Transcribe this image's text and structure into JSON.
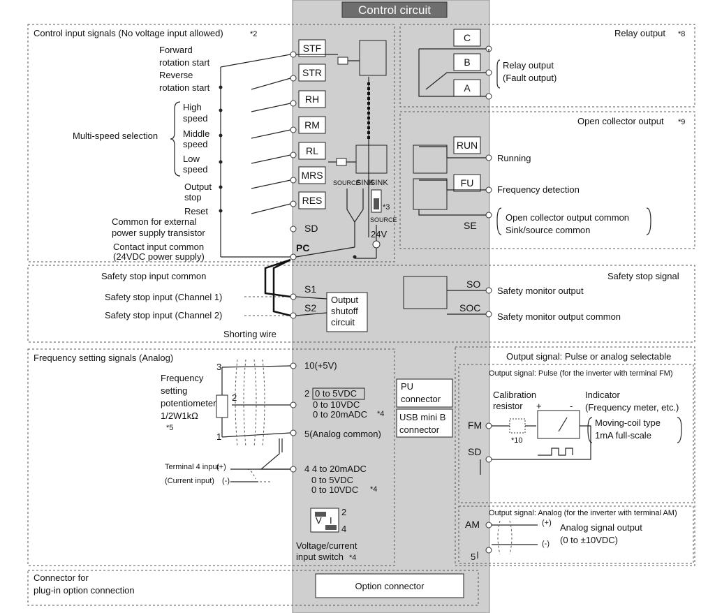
{
  "title": "Control circuit",
  "section_labels": {
    "control_inputs": "Control input signals (No voltage input allowed)",
    "control_inputs_note": "*2",
    "relay_output": "Relay output",
    "relay_output_note": "*8",
    "open_collector": "Open collector output",
    "open_collector_note": "*9",
    "safety_stop_signal": "Safety stop signal",
    "frequency_setting": "Frequency setting signals (Analog)",
    "output_signal": "Output signal: Pulse or analog selectable",
    "output_pulse": "Output signal: Pulse (for the inverter with terminal FM)",
    "output_analog": "Output signal: Analog (for the inverter with terminal AM)",
    "connector_plugin_1": "Connector for",
    "connector_plugin_2": "plug-in option connection"
  },
  "input_terminals": [
    "STF",
    "STR",
    "RH",
    "RM",
    "RL",
    "MRS",
    "RES"
  ],
  "input_labels": {
    "forward_1": "Forward",
    "forward_2": "rotation start",
    "reverse_1": "Reverse",
    "reverse_2": "rotation start",
    "high_1": "High",
    "high_2": "speed",
    "middle_1": "Middle",
    "middle_2": "speed",
    "low_1": "Low",
    "low_2": "speed",
    "multi_speed": "Multi-speed selection",
    "output_stop_1": "Output",
    "output_stop_2": "stop",
    "reset": "Reset",
    "common_ext_1": "Common for external",
    "common_ext_2": "power supply transistor",
    "contact_common_1": "Contact input common",
    "contact_common_2": "(24VDC power supply)"
  },
  "terminals": {
    "sd": "SD",
    "pc": "PC",
    "s1": "S1",
    "s2": "S2",
    "so": "SO",
    "soc": "SOC",
    "fm": "FM",
    "sd2": "SD",
    "am": "AM",
    "se": "SE"
  },
  "internal": {
    "source": "SOURCE",
    "sink": "SINK",
    "sink2": "SINK",
    "source2": "SOURCE",
    "v24": "24V",
    "note3": "*3"
  },
  "relay_terminals": [
    "C",
    "B",
    "A"
  ],
  "relay_labels": {
    "l1": "Relay output",
    "l2": "(Fault output)"
  },
  "oc_terminals": [
    "RUN",
    "FU"
  ],
  "oc_labels": {
    "running": "Running",
    "freq_detect": "Frequency detection",
    "common1": "Open collector output common",
    "common2": "Sink/source common"
  },
  "safety_labels": {
    "common": "Safety stop input common",
    "ch1": "Safety stop input (Channel 1)",
    "ch2": "Safety stop input (Channel 2)",
    "shorting": "Shorting wire",
    "shutoff_1": "Output",
    "shutoff_2": "shutoff",
    "shutoff_3": "circuit",
    "monitor": "Safety monitor output",
    "monitor_common": "Safety monitor output common"
  },
  "analog": {
    "t10": "10(+5V)",
    "t2_label": "2",
    "t2_range": "0 to 5VDC",
    "t2_alt1": "0 to 10VDC",
    "t2_alt2": "0 to 20mADC",
    "note4a": "*4",
    "t5": "5(Analog common)",
    "t4": "4 4 to 20mADC",
    "t4_alt1": "0 to 5VDC",
    "t4_alt2": "0 to 10VDC",
    "note4b": "*4",
    "pot_1": "Frequency",
    "pot_2": "setting",
    "pot_3": "potentiometer",
    "pot_4": "1/2W1kΩ",
    "pot_5": "*5",
    "pin3": "3",
    "pin2": "2",
    "pin1": "1",
    "term4_1": "Terminal 4 input",
    "term4_2": "(Current input)",
    "plus": "(+)",
    "minus": "(-)",
    "switch_2": "2",
    "switch_4": "4",
    "switch_v": "V",
    "switch_i": "I",
    "switch_1": "Voltage/current",
    "switch_2l": "input switch",
    "switch_note": "*4"
  },
  "connectors": {
    "pu_1": "PU",
    "pu_2": "connector",
    "usb_1": "USB mini B",
    "usb_2": "connector",
    "option": "Option connector"
  },
  "fm_block": {
    "cal_1": "Calibration",
    "cal_2": "resistor",
    "plus": "+",
    "minus": "-",
    "note10": "*10",
    "ind_1": "Indicator",
    "ind_2": "(Frequency meter, etc.)",
    "mc_1": "Moving-coil type",
    "mc_2": "1mA full-scale"
  },
  "am_block": {
    "out_1": "Analog signal output",
    "out_2": "(0 to ±10VDC)",
    "plus": "(+)",
    "minus": "(-)",
    "t5": "5"
  },
  "colors": {
    "panel": "#cfcfcf",
    "title_bg": "#6e6e6e"
  }
}
